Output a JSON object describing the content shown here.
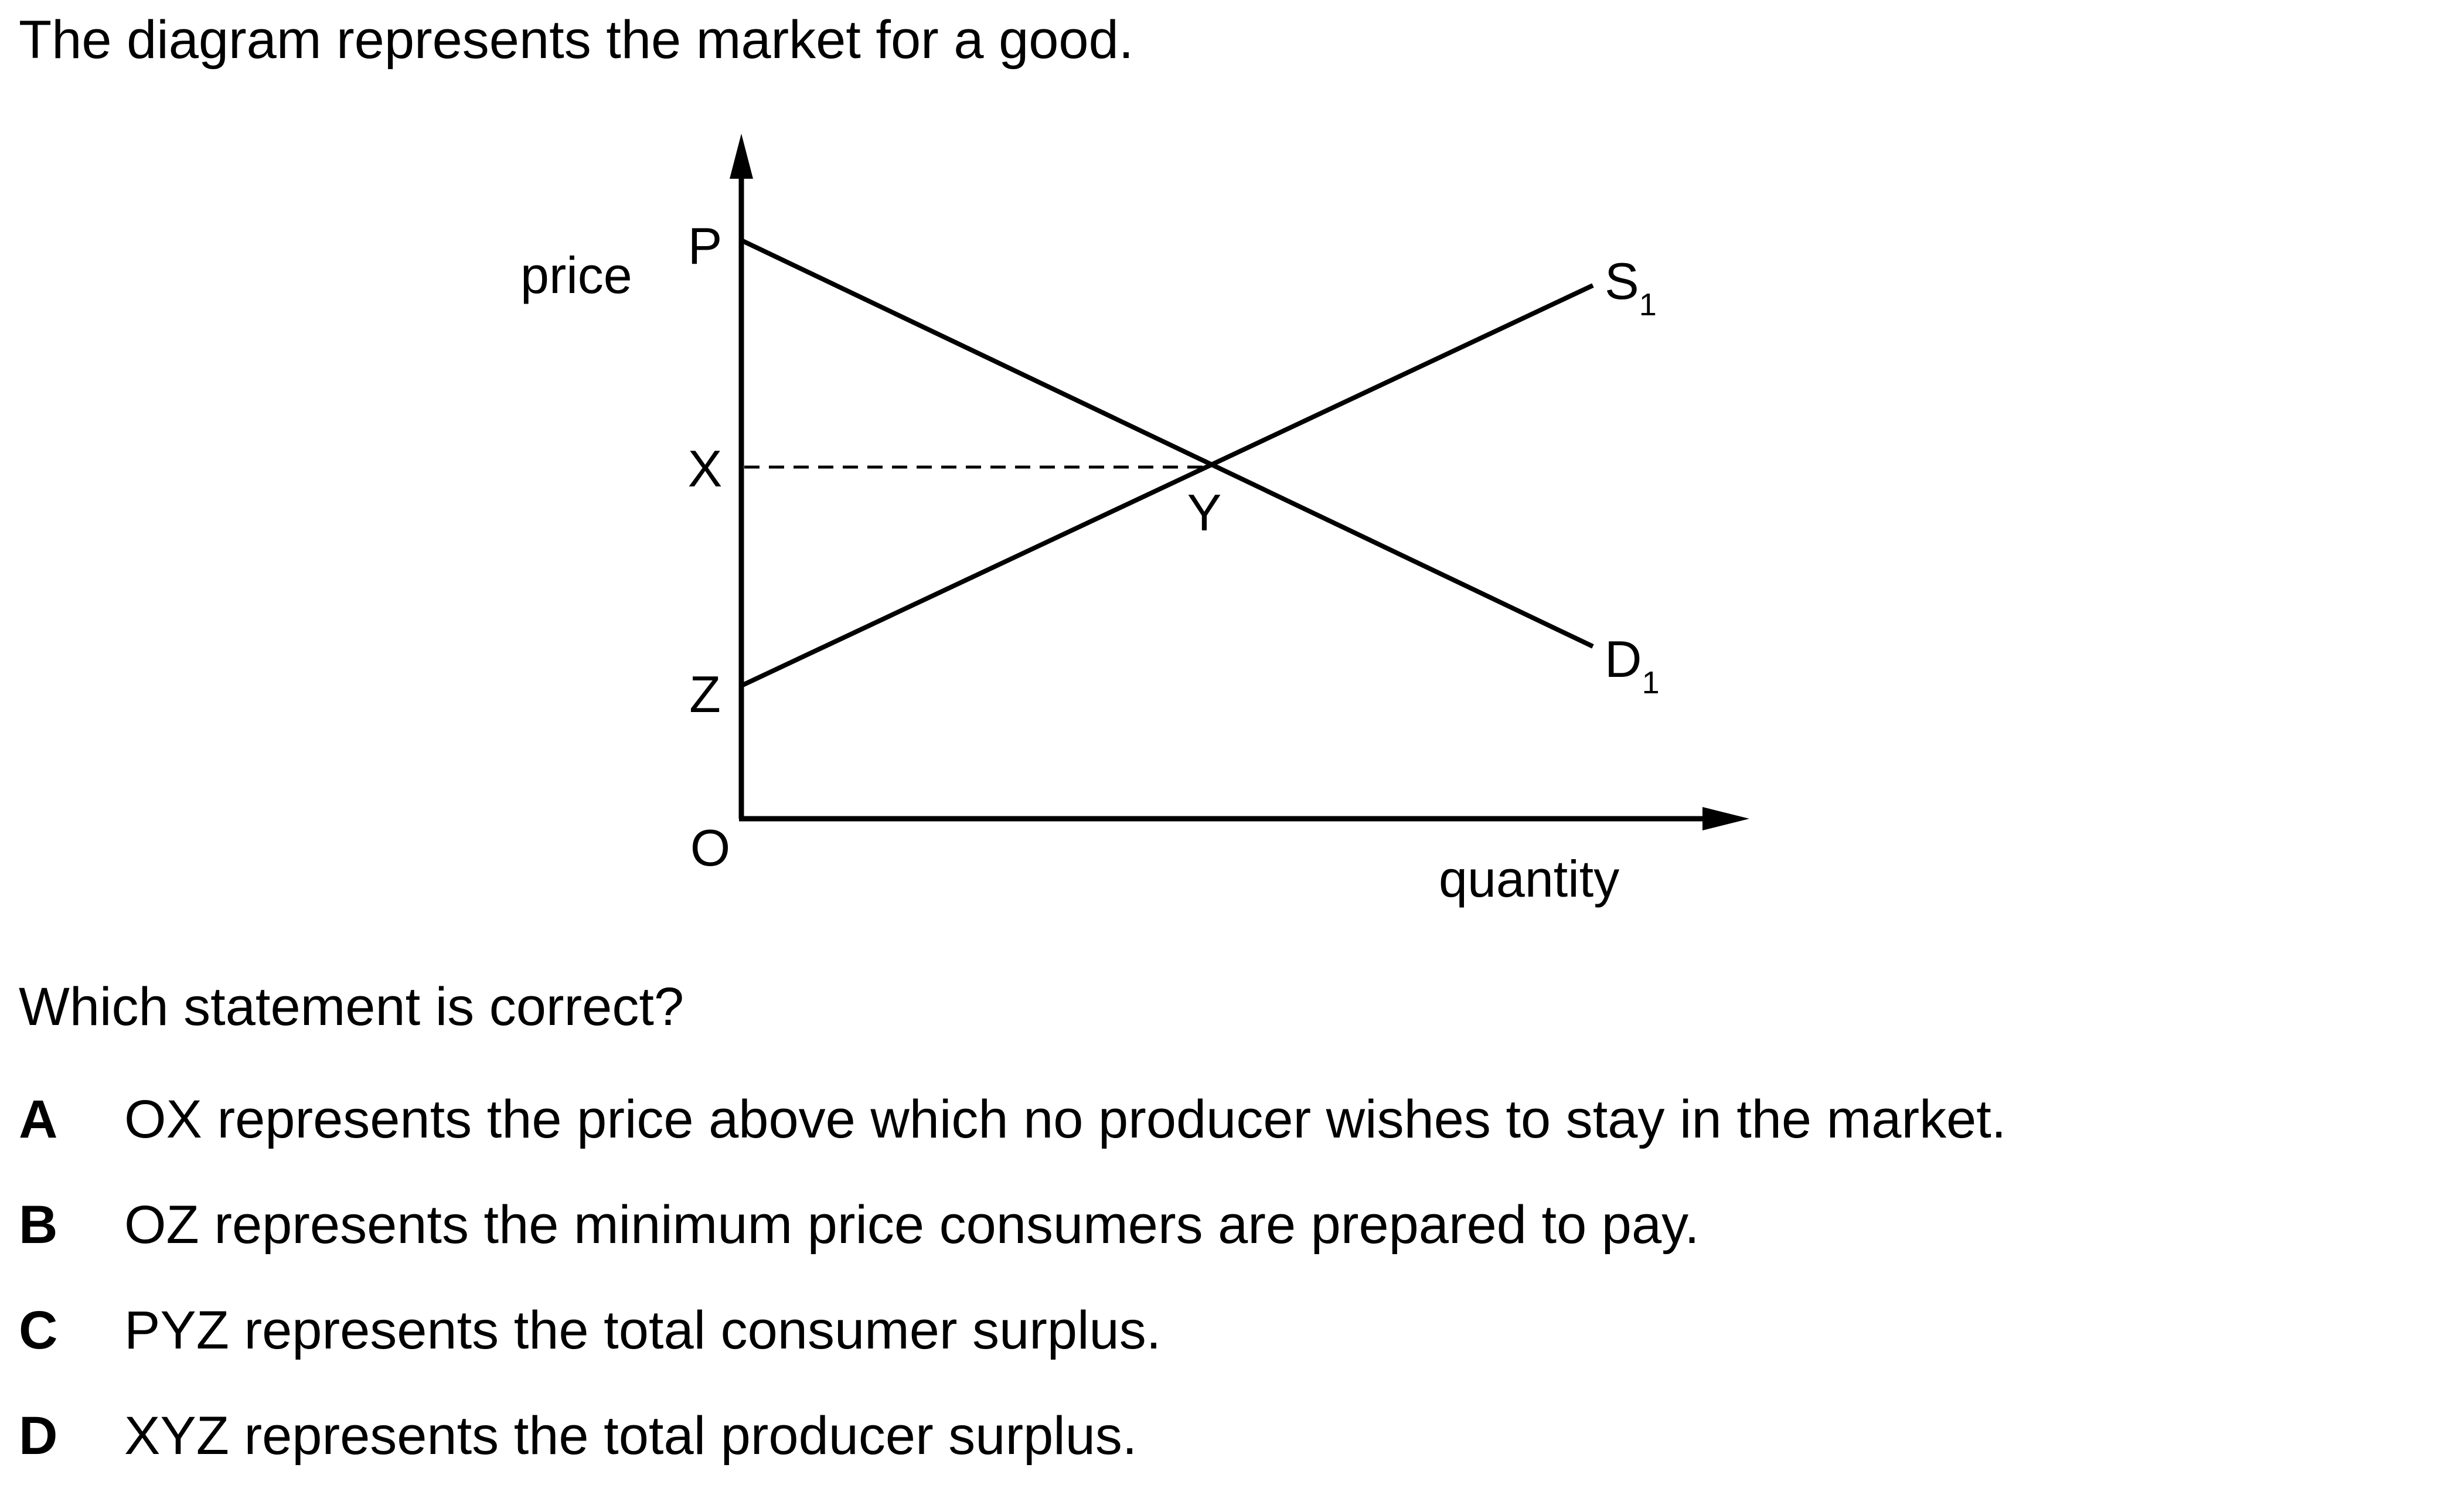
{
  "question": {
    "intro": "The diagram represents the market for a good.",
    "prompt": "Which statement is correct?"
  },
  "diagram": {
    "y_axis_label": "price",
    "x_axis_label": "quantity",
    "origin_label": "O",
    "points": {
      "P": "P",
      "X": "X",
      "Z": "Z",
      "Y": "Y"
    },
    "supply_label": {
      "letter": "S",
      "subscript": "1"
    },
    "demand_label": {
      "letter": "D",
      "subscript": "1"
    }
  },
  "options": [
    {
      "letter": "A",
      "text": "OX represents the price above which no producer wishes to stay in the market."
    },
    {
      "letter": "B",
      "text": "OZ represents the minimum price consumers are prepared to pay."
    },
    {
      "letter": "C",
      "text": "PYZ represents the total consumer surplus."
    },
    {
      "letter": "D",
      "text": "XYZ represents the total producer surplus."
    }
  ]
}
